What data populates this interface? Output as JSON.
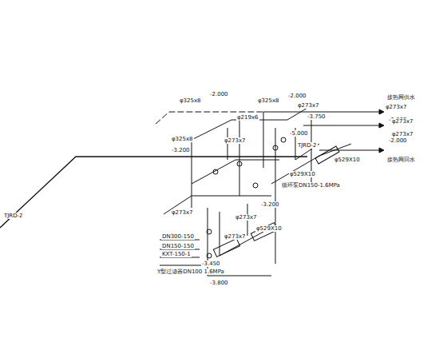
{
  "diagram": {
    "labels": [
      "φ325x8",
      "-2.000",
      "φ325x8",
      "-2.000",
      "φ219x6",
      "φ273x7",
      "φ273x7",
      "-2.000",
      "φ273x7",
      "φ273x7",
      "-2.000",
      "φ325x8",
      "-3.200",
      "φ273x7",
      "-5.000",
      "-3.750",
      "φ529X10",
      "φ529X10",
      "-3.200",
      "φ273x7",
      "φ273x7",
      "φ273x7",
      "φ529X10",
      "-3.450",
      "-3.800",
      "DN300-150",
      "DN150-150",
      "KXT-150-1",
      "Y型过滤器DN100 1.6MPa",
      "TJRD-2",
      "循环泵DN150-1.6MPa",
      "接热网供水",
      "接热网回水",
      "TJRD-2"
    ]
  }
}
